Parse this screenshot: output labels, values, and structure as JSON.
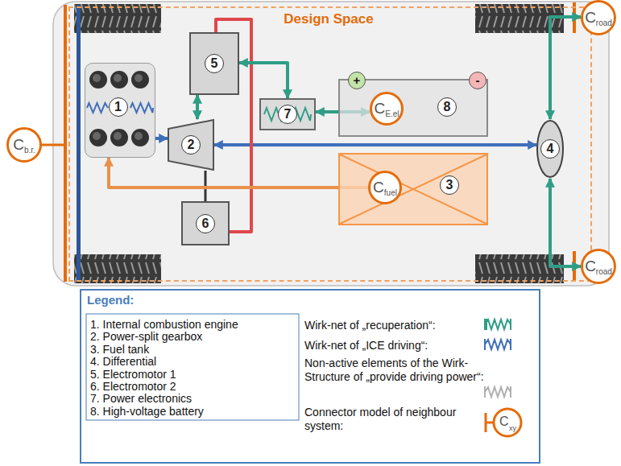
{
  "diagram": {
    "nodes": [
      {
        "text": [
          "C",
          "b.r."
        ]
      },
      {
        "text": [
          "Design Space"
        ]
      },
      {
        "text": [
          "1"
        ],
        "in": 1
      },
      {
        "text": [
          "5"
        ],
        "in": 1
      },
      {
        "text": [
          "2"
        ],
        "in": 1
      },
      {
        "text": [
          "6"
        ],
        "in": 1
      },
      {
        "text": [
          "7"
        ],
        "in": 1
      },
      {
        "text": [
          "8"
        ],
        "in": 1
      },
      {
        "text": [
          "C",
          "E.el"
        ],
        "in": 7
      },
      {
        "text": [
          "3"
        ],
        "in": 1
      },
      {
        "text": [
          "C",
          "fuel"
        ],
        "in": 9
      },
      {
        "text": [
          "4"
        ],
        "in": 1
      },
      {
        "text": [
          "C",
          "road"
        ]
      },
      {
        "text": [
          "C",
          "road"
        ]
      }
    ],
    "edges": [
      {
        "from": 2,
        "to": 4,
        "arrow": "to"
      },
      {
        "from": 4,
        "to": 11,
        "arrow": "both"
      },
      {
        "from": 4,
        "to": 3,
        "arrow": "both"
      },
      {
        "from": 4,
        "to": 5,
        "arrow": "none"
      },
      {
        "from": 3,
        "to": 5,
        "arrow": "none"
      },
      {
        "from": 3,
        "to": 6,
        "arrow": "both"
      },
      {
        "from": 6,
        "to": 8,
        "arrow": "both"
      },
      {
        "from": 10,
        "to": 2,
        "arrow": "to"
      },
      {
        "from": 11,
        "to": 12,
        "arrow": "both"
      },
      {
        "from": 11,
        "to": 13,
        "arrow": "both"
      }
    ],
    "labels": [
      "+",
      "-",
      "Legend:",
      "1. Internal combustion engine",
      "2. Power-split gearbox",
      "3. Fuel tank",
      "4. Differential",
      "5. Electromotor 1",
      "6. Electromotor 2",
      "7. Power electronics",
      "8. High-voltage battery",
      "C",
      "xy"
    ],
    "legend": [
      {
        "text": "Wirk-net of „recuperation“:"
      },
      {
        "text": "Wirk-net of „ICE driving“:"
      },
      {
        "text": "Non-active elements of the Wirk-Structure of „provide driving power“:"
      },
      {
        "text": "Connector model of neighbour system:"
      }
    ]
  }
}
